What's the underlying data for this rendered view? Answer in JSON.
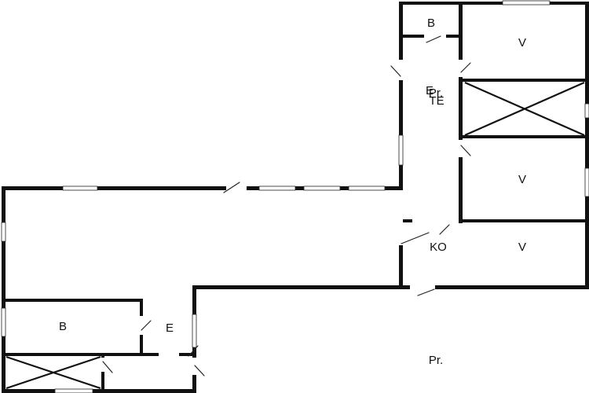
{
  "rooms": {
    "b_top": "B",
    "v_upper": "V",
    "e_corridor": "E",
    "pr_corridor": "Pr.",
    "te_corridor": "TE",
    "v_middle": "V",
    "ko": "KO",
    "v_lower": "V",
    "b_bottom": "B",
    "e_bottom": "E",
    "pr_bottom": "Pr."
  },
  "colors": {
    "wall": "#111111",
    "background": "#ffffff"
  }
}
